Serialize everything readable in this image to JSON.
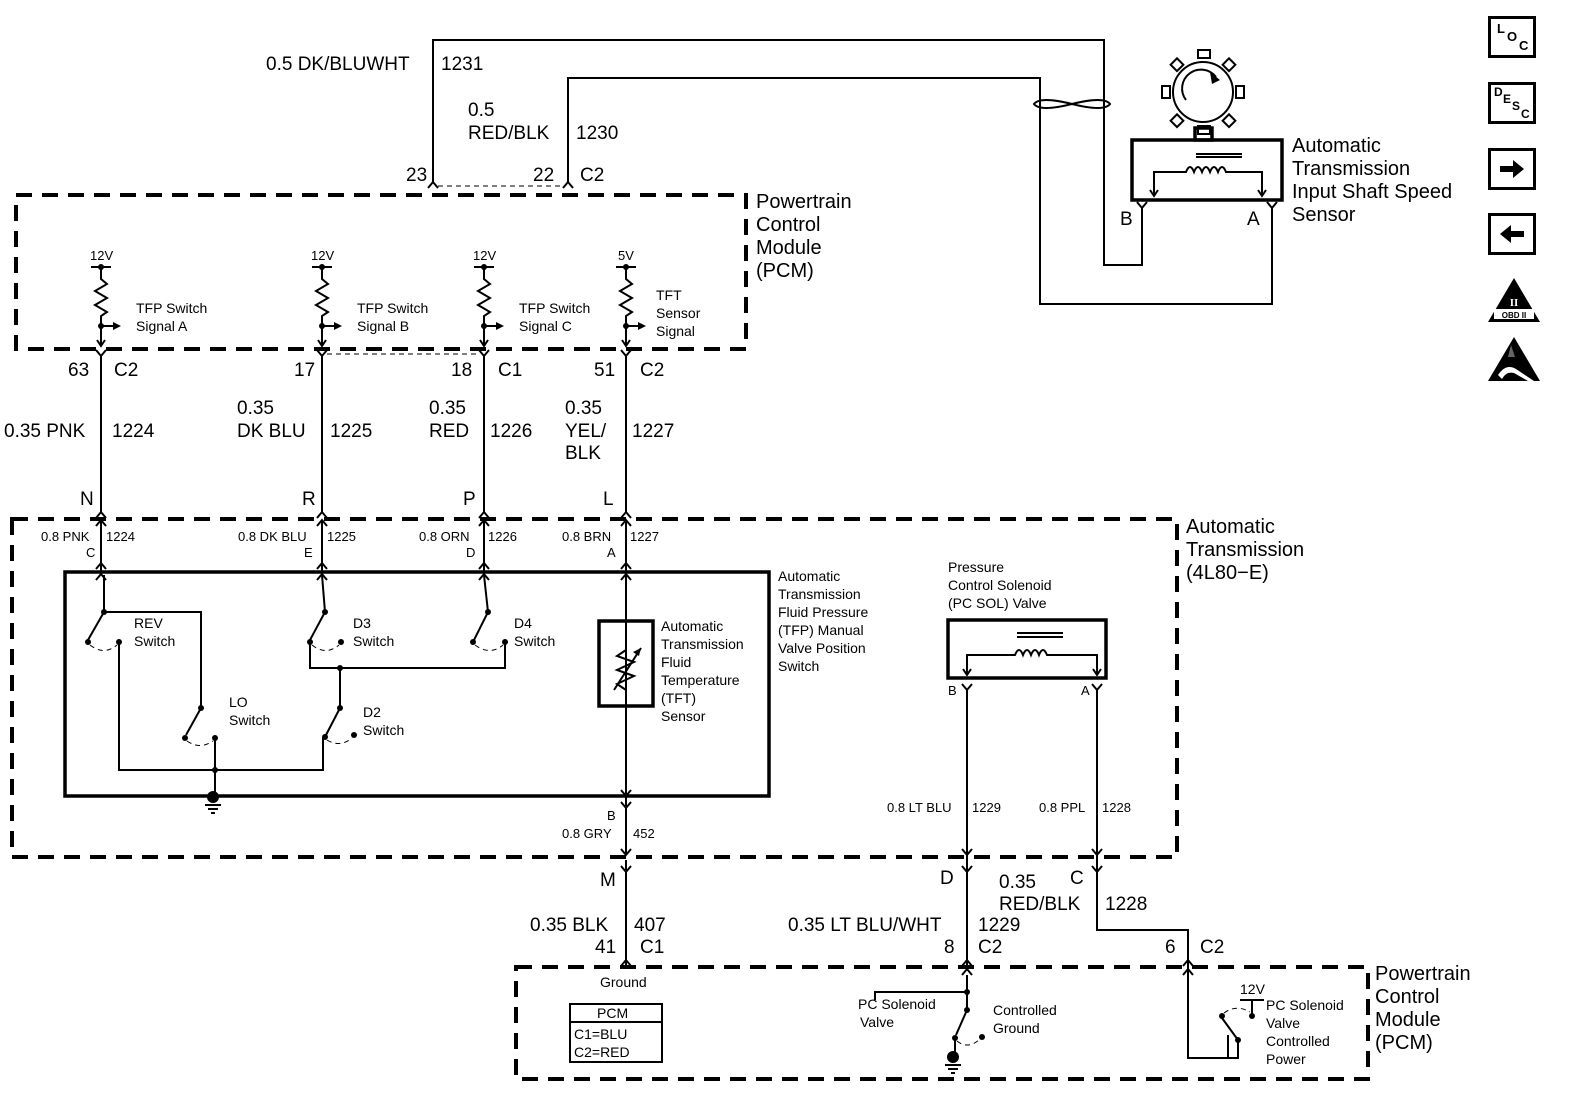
{
  "diagram": {
    "title": "Automatic Transmission 4L80-E Wiring Schematic",
    "components": {
      "pcm_top": {
        "label": [
          "Powertrain",
          "Control",
          "Module",
          "(PCM)"
        ]
      },
      "pcm_bottom": {
        "label": [
          "Powertrain",
          "Control",
          "Module",
          "(PCM)"
        ]
      },
      "trans": {
        "label": [
          "Automatic",
          "Transmission",
          "(4L80−E)"
        ]
      },
      "speed_sensor": {
        "label": [
          "Automatic",
          "Transmission",
          "Input Shaft Speed",
          "Sensor"
        ],
        "pin_b": "B",
        "pin_a": "A"
      },
      "tfp_switch": {
        "label": [
          "Automatic",
          "Transmission",
          "Fluid Pressure",
          "(TFP) Manual",
          "Valve Position",
          "Switch"
        ]
      },
      "tft_sensor": {
        "label": [
          "Automatic",
          "Transmission",
          "Fluid",
          "Temperature",
          "(TFT)",
          "Sensor"
        ]
      },
      "pc_sol": {
        "label": [
          "Pressure",
          "Control Solenoid",
          "(PC SOL) Valve"
        ],
        "pin_b": "B",
        "pin_a": "A"
      },
      "pcm_legend": {
        "title": "PCM",
        "c1": "C1=BLU",
        "c2": "C2=RED"
      }
    },
    "pcm_inputs": [
      {
        "voltage": "12V",
        "label": [
          "TFP Switch",
          "Signal A"
        ]
      },
      {
        "voltage": "12V",
        "label": [
          "TFP Switch",
          "Signal B"
        ]
      },
      {
        "voltage": "12V",
        "label": [
          "TFP Switch",
          "Signal C"
        ]
      },
      {
        "voltage": "5V",
        "label": [
          "TFT",
          "Sensor",
          "Signal"
        ]
      }
    ],
    "switches": {
      "rev": [
        "REV",
        "Switch"
      ],
      "lo": [
        "LO",
        "Switch"
      ],
      "d3": [
        "D3",
        "Switch"
      ],
      "d4": [
        "D4",
        "Switch"
      ],
      "d2": [
        "D2",
        "Switch"
      ]
    },
    "wires": {
      "w1231": {
        "color": "0.5 DK/BLUWHT",
        "circuit": "1231",
        "pin": "23"
      },
      "w1230": {
        "color1": "0.5",
        "color2": "RED/BLK",
        "circuit": "1230",
        "pin": "22",
        "connector": "C2"
      },
      "w1224": {
        "pin": "63",
        "connector": "C2",
        "color": "0.35 PNK",
        "circuit": "1224",
        "trans_pin": "N",
        "inner_color": "0.8 PNK",
        "inner_circuit": "1224",
        "inner_pin": "C"
      },
      "w1225": {
        "pin": "17",
        "color1": "0.35",
        "color2": "DK BLU",
        "circuit": "1225",
        "trans_pin": "R",
        "inner_color": "0.8 DK BLU",
        "inner_circuit": "1225",
        "inner_pin": "E"
      },
      "w1226": {
        "pin": "18",
        "connector": "C1",
        "color1": "0.35",
        "color2": "RED",
        "circuit": "1226",
        "trans_pin": "P",
        "inner_color": "0.8 ORN",
        "inner_circuit": "1226",
        "inner_pin": "D"
      },
      "w1227": {
        "pin": "51",
        "connector": "C2",
        "color1": "0.35",
        "color2": "YEL/",
        "color3": "BLK",
        "circuit": "1227",
        "trans_pin": "L",
        "inner_color": "0.8 BRN",
        "inner_circuit": "1227",
        "inner_pin": "A"
      },
      "w452": {
        "inner_pin": "B",
        "inner_color": "0.8 GRY",
        "inner_circuit": "452",
        "trans_pin": "M",
        "color": "0.35 BLK",
        "circuit": "407",
        "pin": "41",
        "connector": "C1",
        "pcm_label": "Ground"
      },
      "w1229": {
        "inner_color": "0.8 LT BLU",
        "inner_circuit": "1229",
        "trans_pin": "D",
        "color": "0.35 LT BLU/WHT",
        "circuit": "1229",
        "pin": "8",
        "connector": "C2"
      },
      "w1228": {
        "inner_color": "0.8 PPL",
        "inner_circuit": "1228",
        "trans_pin": "C",
        "color1": "0.35",
        "color2": "RED/BLK",
        "circuit": "1228",
        "pin": "6",
        "connector": "C2"
      }
    },
    "pcm_outputs": {
      "ground": {
        "label": [
          "PC Solenoid",
          "Valve"
        ],
        "label2": [
          "Controlled",
          "Ground"
        ]
      },
      "power": {
        "voltage": "12V",
        "label": [
          "PC Solenoid",
          "Valve",
          "Controlled",
          "Power"
        ]
      }
    }
  },
  "sidebar": {
    "buttons": [
      {
        "name": "loc-button",
        "text": "LOC"
      },
      {
        "name": "desc-button",
        "text": "DESC"
      },
      {
        "name": "next-button",
        "icon": "arrow-right-icon"
      },
      {
        "name": "prev-button",
        "icon": "arrow-left-icon"
      }
    ],
    "obd_label": "OBD II",
    "obd_roman": "II"
  }
}
